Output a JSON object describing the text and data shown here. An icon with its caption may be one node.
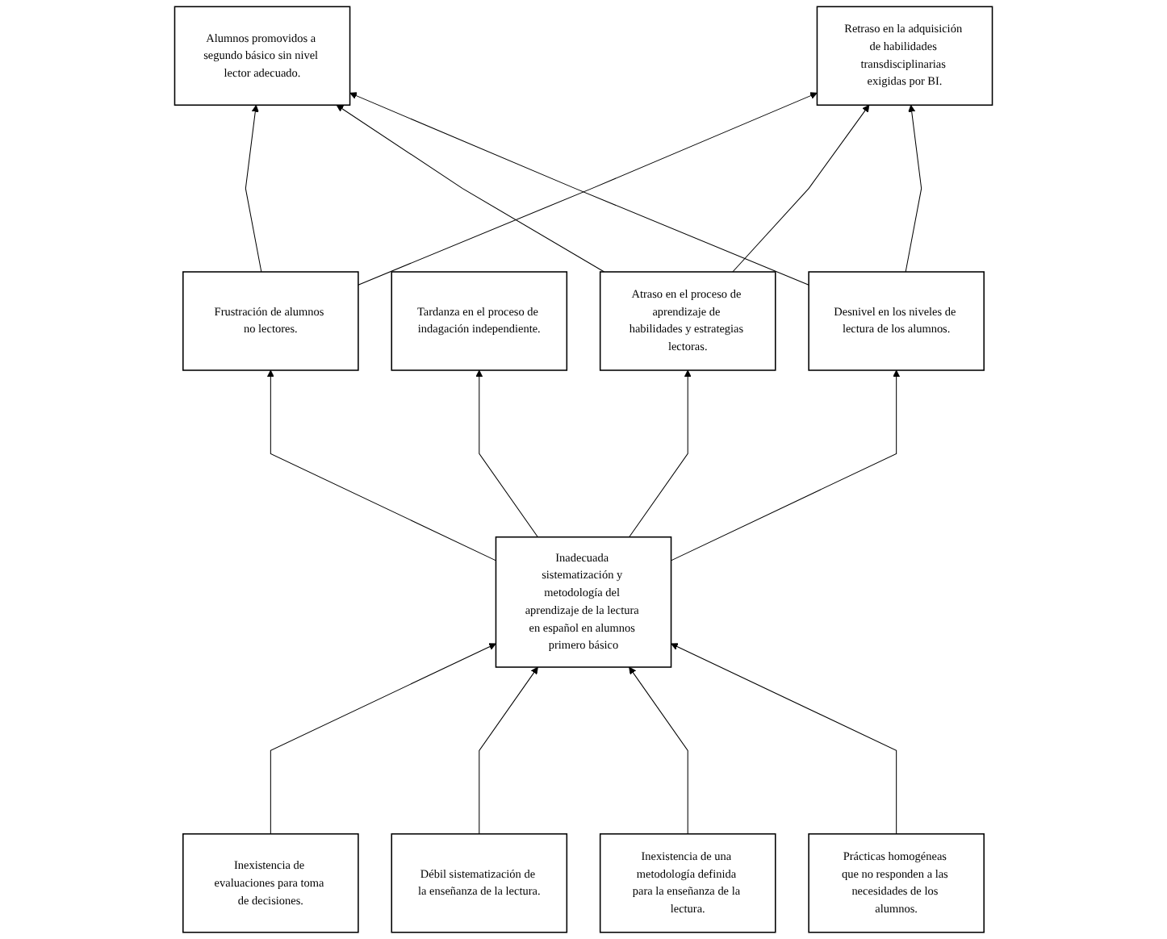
{
  "diagram": {
    "nodes": [
      {
        "text": [
          "Alumnos promovidos a segundo básico sin nivel lector adecuado."
        ]
      },
      {
        "text": [
          "Retraso en la adquisición de habilidades transdisciplinarias exigidas por BI."
        ]
      },
      {
        "text": [
          "Frustración de alumnos no lectores."
        ]
      },
      {
        "text": [
          "Tardanza en el proceso de indagación independiente."
        ]
      },
      {
        "text": [
          "Atraso en el proceso de aprendizaje de habilidades y estrategias lectoras."
        ]
      },
      {
        "text": [
          "Desnivel en los niveles de lectura de los alumnos."
        ]
      },
      {
        "text": [
          "Inadecuada sistematización y metodología del aprendizaje de la lectura en español en alumnos primero básico"
        ]
      },
      {
        "text": [
          "Inexistencia de evaluaciones para toma de decisiones."
        ]
      },
      {
        "text": [
          "Débil sistematización de la enseñanza de la lectura."
        ]
      },
      {
        "text": [
          "Inexistencia de una metodología definida para la enseñanza de la lectura."
        ]
      },
      {
        "text": [
          "Prácticas homogéneas que no responden a las necesidades de los alumnos."
        ]
      }
    ],
    "edges": [
      {
        "from": 7,
        "to": 6,
        "arrow": "to"
      },
      {
        "from": 8,
        "to": 6,
        "arrow": "to"
      },
      {
        "from": 9,
        "to": 6,
        "arrow": "to"
      },
      {
        "from": 10,
        "to": 6,
        "arrow": "to"
      },
      {
        "from": 6,
        "to": 2,
        "arrow": "to"
      },
      {
        "from": 6,
        "to": 3,
        "arrow": "to"
      },
      {
        "from": 6,
        "to": 4,
        "arrow": "to"
      },
      {
        "from": 6,
        "to": 5,
        "arrow": "to"
      },
      {
        "from": 2,
        "to": 0,
        "arrow": "to"
      },
      {
        "from": 2,
        "to": 1,
        "arrow": "to"
      },
      {
        "from": 4,
        "to": 0,
        "arrow": "to"
      },
      {
        "from": 4,
        "to": 1,
        "arrow": "to"
      },
      {
        "from": 5,
        "to": 0,
        "arrow": "to"
      },
      {
        "from": 5,
        "to": 1,
        "arrow": "to"
      }
    ]
  }
}
